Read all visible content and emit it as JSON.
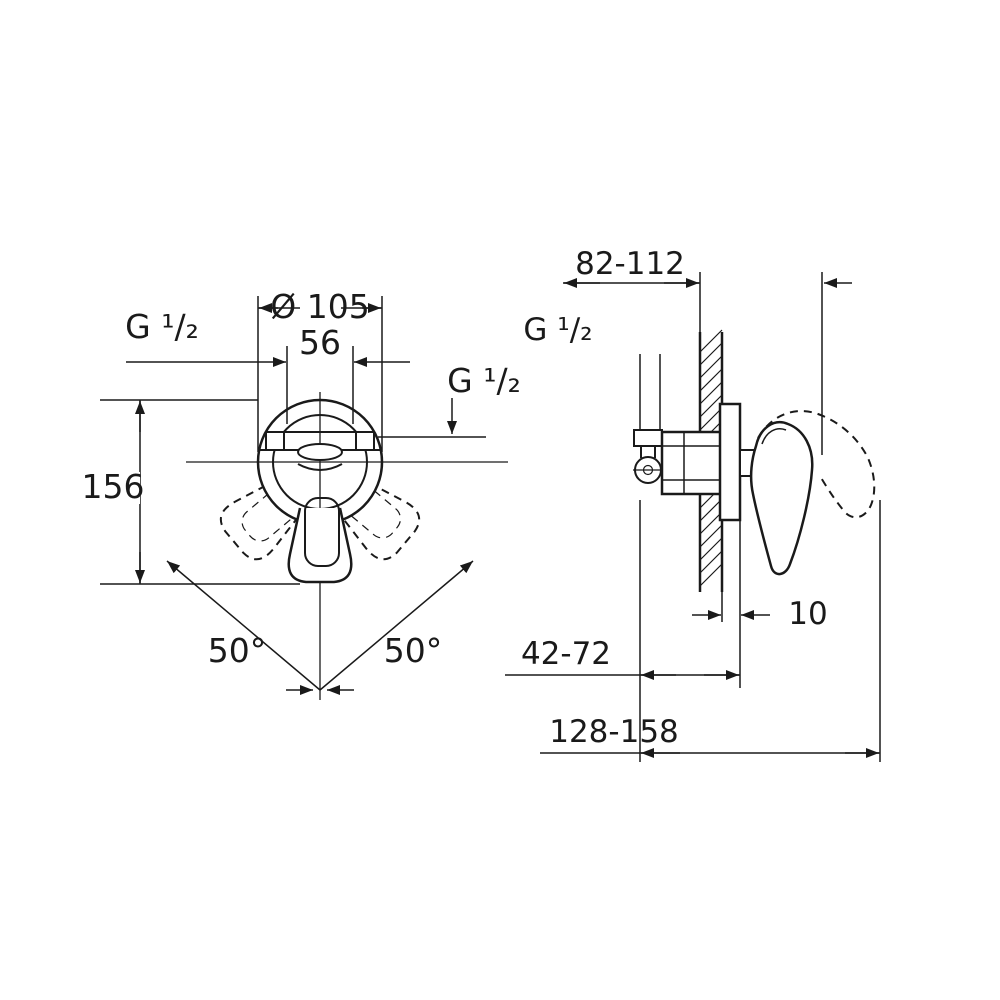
{
  "front_view": {
    "diameter": "Ø 105",
    "width": "56",
    "height": "156",
    "thread_left": "G ¹/₂",
    "thread_right": "G ¹/₂",
    "angle_left": "50°",
    "angle_right": "50°"
  },
  "side_view": {
    "thread": "G ¹/₂",
    "depth_range": "82-112",
    "escutcheon_depth": "10",
    "offset_range": "42-72",
    "overall_range": "128-158"
  },
  "colors": {
    "line": "#1a1a1a",
    "background": "#ffffff"
  }
}
